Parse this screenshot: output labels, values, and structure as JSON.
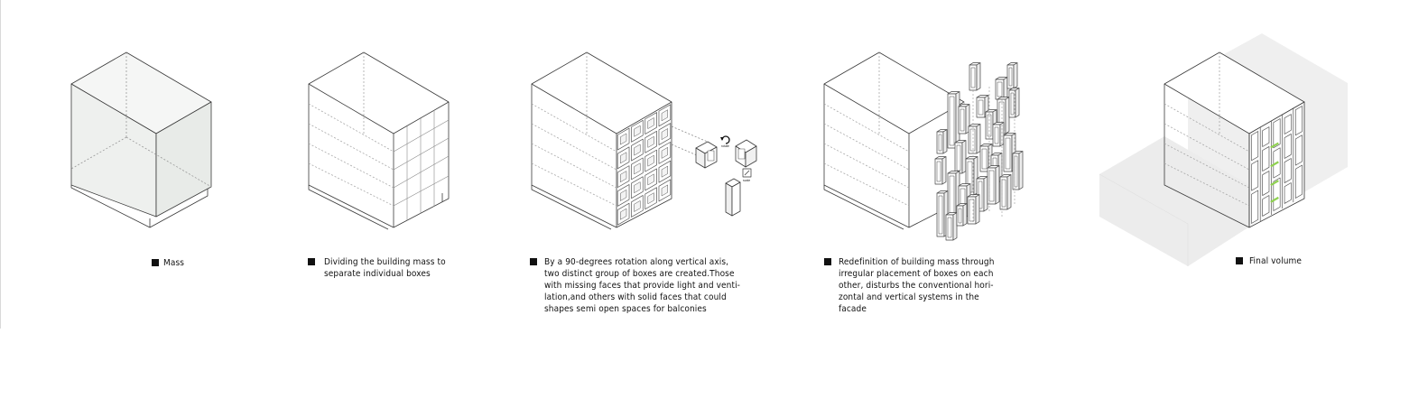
{
  "steps": [
    {
      "caption": "Mass"
    },
    {
      "caption": "Dividing the building mass to\nseparate individual boxes"
    },
    {
      "caption": "By a 90-degrees rotation along vertical axis,\ntwo distinct group of boxes are created.Those\nwith missing faces that provide light and venti-\nlation,and others with solid faces that could\nshapes semi open spaces for balconies"
    },
    {
      "caption": "Redefinition of building mass through\nirregular placement of boxes on each\nother, disturbs the conventional hori-\nzontal and vertical systems in the\nfacade"
    },
    {
      "caption": "Final volume"
    }
  ],
  "annotations": {
    "rotate": "rotate",
    "scale": "scale"
  },
  "colors": {
    "line": "#3a3a3a",
    "hidden": "#9a9a9a",
    "mass_fill": "#eceeec",
    "context_fill": "#ececec",
    "green": "#8fd14f"
  }
}
